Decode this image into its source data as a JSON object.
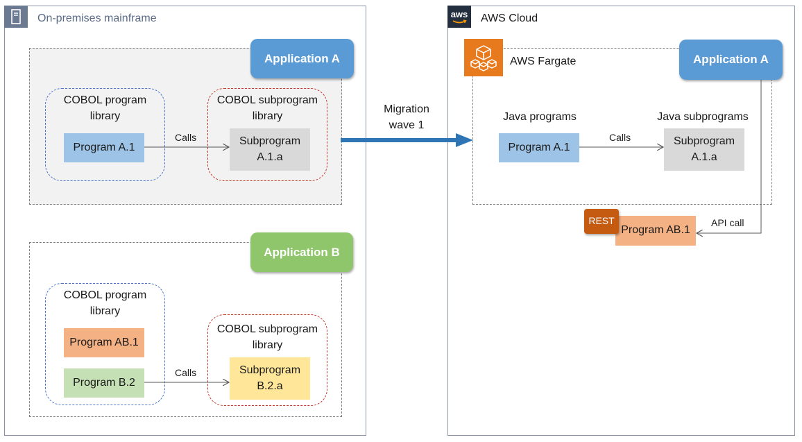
{
  "onprem": {
    "title": "On-premises mainframe",
    "app_a": {
      "label": "Application A",
      "cobol_library": "COBOL program library",
      "subprogram_library": "COBOL subprogram library",
      "program": "Program A.1",
      "subprogram": "Subprogram A.1.a",
      "calls": "Calls"
    },
    "app_b": {
      "label": "Application B",
      "cobol_library": "COBOL program library",
      "subprogram_library": "COBOL subprogram library",
      "program_ab": "Program AB.1",
      "program_b": "Program B.2",
      "subprogram": "Subprogram B.2.a",
      "calls": "Calls"
    }
  },
  "migration": {
    "label": "Migration wave 1"
  },
  "aws": {
    "title": "AWS Cloud",
    "logo_text": "aws",
    "fargate": "AWS Fargate",
    "app_a": "Application A",
    "java_programs": "Java programs",
    "java_subprograms": "Java subprograms",
    "program": "Program A.1",
    "subprogram": "Subprogram A.1.a",
    "calls": "Calls",
    "rest_badge": "REST",
    "program_ab": "Program AB.1",
    "api_call": "API call"
  },
  "colors": {
    "app_a": "#5b9bd5",
    "app_b": "#8fc66b",
    "program_blue": "#9dc3e6",
    "subprogram_gray": "#d9d9d9",
    "program_orange": "#f4b183",
    "program_green": "#c5e0b4",
    "subprogram_yellow": "#ffe699",
    "arrow_blue": "#2e75b6",
    "rest_orange": "#c55a11",
    "fargate_orange": "#e87a1e"
  }
}
